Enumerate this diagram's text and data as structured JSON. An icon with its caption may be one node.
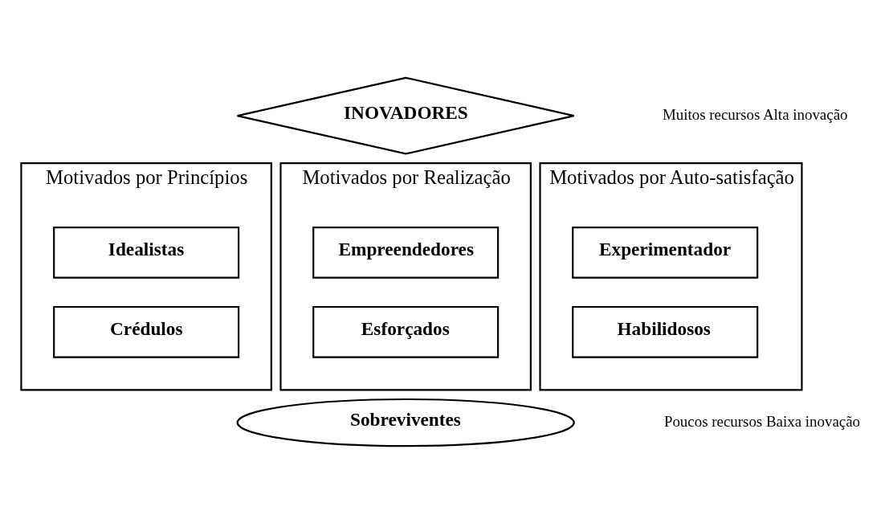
{
  "diagram": {
    "nodes": [
      {
        "text": [
          "INOVADORES"
        ]
      },
      {
        "text": [
          "Motivados por Princípios"
        ]
      },
      {
        "text": [
          "Idealistas"
        ],
        "in": 1
      },
      {
        "text": [
          "Crédulos"
        ],
        "in": 1
      },
      {
        "text": [
          "Motivados por Realização"
        ]
      },
      {
        "text": [
          "Empreendedores"
        ],
        "in": 4
      },
      {
        "text": [
          "Esforçados"
        ],
        "in": 4
      },
      {
        "text": [
          "Motivados por Auto-satisfação"
        ]
      },
      {
        "text": [
          "Experimentador"
        ],
        "in": 7
      },
      {
        "text": [
          "Habilidosos"
        ],
        "in": 7
      },
      {
        "text": [
          "Sobreviventes"
        ]
      }
    ],
    "edges": [],
    "labels": [
      "Muitos recursos Alta inovação",
      "Poucos recursos Baixa inovação"
    ]
  }
}
